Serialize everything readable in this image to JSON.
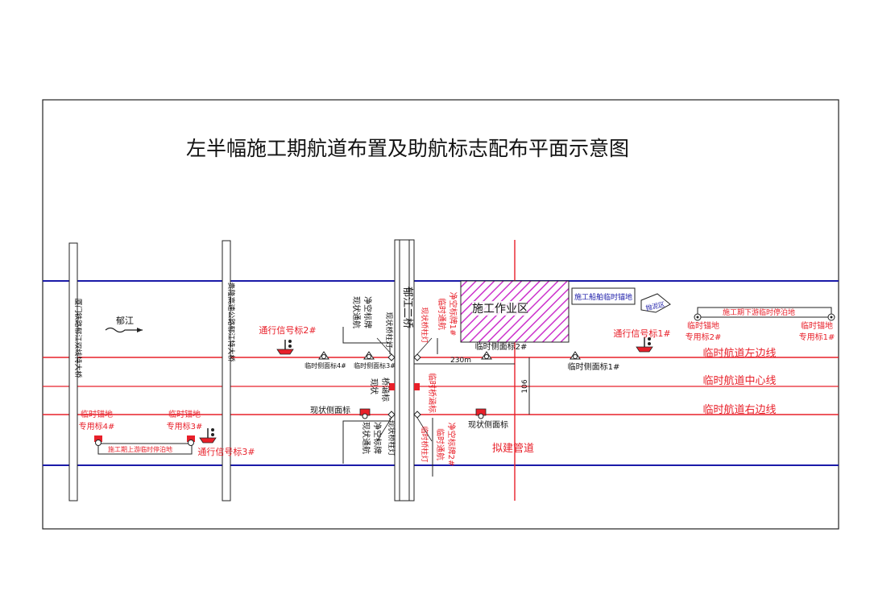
{
  "title": "左半幅施工期航道布置及助航标志配布平面示意图",
  "bridges": {
    "left": "厦门铁路郁江双线特大桥",
    "middle": "贵隆高速公路郁江特大桥",
    "center": "郁江二桥"
  },
  "river": {
    "name": "郁江"
  },
  "work_zone": {
    "label": "施工作业区",
    "fill_color": "#cc33cc"
  },
  "pipeline_label": "拟建管道",
  "channel_lines": {
    "left_edge": "临时航道左边线",
    "center": "临时航道中心线",
    "right_edge": "临时航道右边线",
    "color": "#e8202a",
    "bank_color": "#1a1aa8"
  },
  "labels": {
    "boat_anchor": "施工船舶临时锚地",
    "mud_zone": "抛泥区",
    "downstream_berth": "施工期下游临时停泊地",
    "upstream_berth": "施工期上游临时停泊地",
    "anchor_1": [
      "临时锚地",
      "专用标1#"
    ],
    "anchor_2": [
      "临时锚地",
      "专用标2#"
    ],
    "anchor_3": [
      "临时锚地",
      "专用标3#"
    ],
    "anchor_4": [
      "临时锚地",
      "专用标4#"
    ],
    "signal_1": "通行信号标1#",
    "signal_2": "通行信号标2#",
    "signal_3": "通行信号标3#",
    "temp_side_1": "临时侧面标1#",
    "temp_side_2": "临时侧面标2#",
    "temp_side_3": "临时侧面标3#",
    "temp_side_4": "临时侧面标4#",
    "current_side_left": "现状侧面标",
    "current_side_right": "现状侧面标",
    "temp_clear_1": [
      "临时通航",
      "净空标牌1#"
    ],
    "temp_clear_2": [
      "临时通航",
      "净空标牌2#"
    ],
    "cur_clear_1": [
      "现状通航",
      "净空标牌"
    ],
    "cur_clear_2": [
      "现状通航",
      "净空标牌"
    ],
    "cur_bridge_light_up": "现状桥柱灯",
    "cur_bridge_light_down": "现状桥柱灯",
    "temp_bridge_light_up": "现状桥柱灯",
    "temp_bridge_light_down": "临时桥柱灯",
    "cur_hole_mark": [
      "现状",
      "桥涵标"
    ],
    "temp_hole_mark": "临时桥涵标",
    "dim_230": "230m",
    "dim_106": "106"
  }
}
